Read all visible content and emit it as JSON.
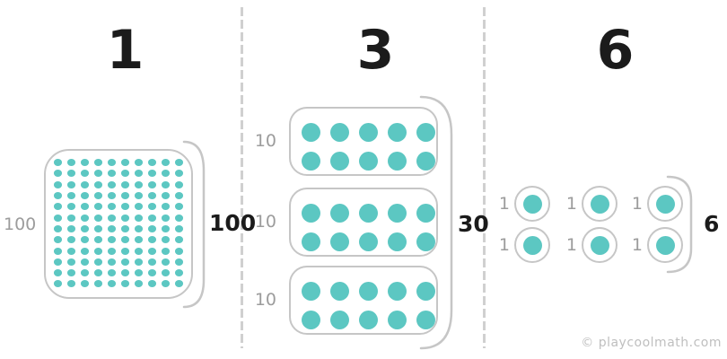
{
  "colors": {
    "teal": "#5cc7c2",
    "outline_gray": "#c6c6c6",
    "label_gray": "#9c9c9c",
    "ink_black": "#1b1b1b",
    "divider_gray": "#d0d0d0",
    "watermark_gray": "#bfbfbf"
  },
  "hundreds": {
    "heading": "1",
    "unit_label": "100",
    "total_label": "100",
    "grid": {
      "dot_rows": 12,
      "dot_cols": 10
    }
  },
  "tens": {
    "heading": "3",
    "blocks": [
      {
        "label": "10"
      },
      {
        "label": "10"
      },
      {
        "label": "10"
      }
    ],
    "grid": {
      "dot_rows": 2,
      "dot_cols": 5
    },
    "total_label": "30"
  },
  "ones": {
    "heading": "6",
    "units": [
      {
        "label": "1"
      },
      {
        "label": "1"
      },
      {
        "label": "1"
      },
      {
        "label": "1"
      },
      {
        "label": "1"
      },
      {
        "label": "1"
      }
    ],
    "total_label": "6"
  },
  "watermark": "© playcoolmath.com"
}
